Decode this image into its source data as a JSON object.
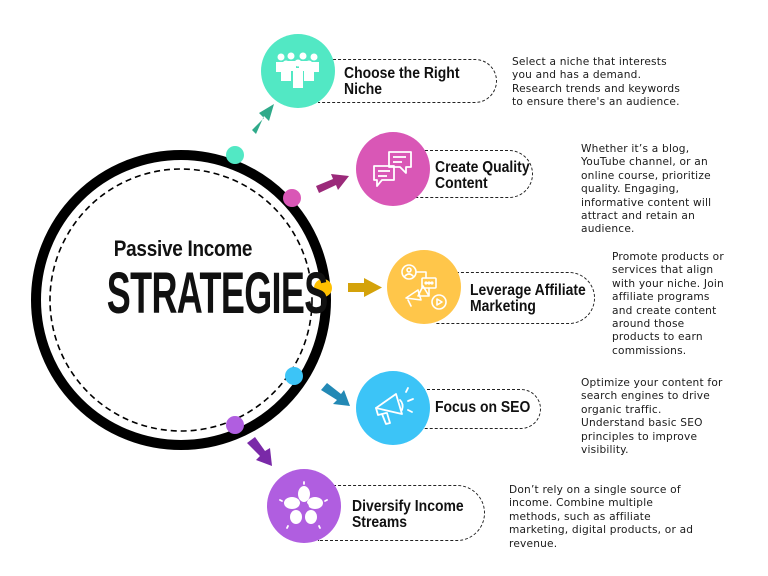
{
  "center": {
    "subtitle": "Passive Income",
    "title": "STRATEGIES"
  },
  "colors": {
    "teal": "#52e8c4",
    "teal_arrow": "#2faa8a",
    "magenta": "#d957b6",
    "magenta_arrow": "#9b2a7a",
    "yellow": "#ffc000",
    "yellow_icon": "#ffc64a",
    "yellow_arrow": "#d4a20a",
    "blue": "#3cc4f7",
    "blue_arrow": "#2389b5",
    "purple": "#b05ee0",
    "purple_arrow": "#7a29a8"
  },
  "steps": [
    {
      "title_line1": "Choose the Right",
      "title_line2": "Niche",
      "icon": "people-group-icon",
      "description": "Select a niche that interests\nyou and has a demand.\nResearch trends and keywords\nto ensure there's an audience."
    },
    {
      "title_line1": "Create Quality",
      "title_line2": "Content",
      "icon": "chat-bubbles-icon",
      "description": "Whether it’s a blog,\nYouTube channel, or an\nonline course, prioritize\nquality. Engaging,\ninformative content will\nattract and retain an\naudience."
    },
    {
      "title_line1": "Leverage Affiliate",
      "title_line2": "Marketing",
      "icon": "affiliate-network-icon",
      "description": "Promote products or\nservices that align\nwith your niche. Join\naffiliate programs\nand create content\naround those\nproducts to earn\ncommissions."
    },
    {
      "title_line1": "Focus on SEO",
      "title_line2": "",
      "icon": "megaphone-icon",
      "description": "Optimize your content for\nsearch engines to drive\norganic traffic.\nUnderstand basic SEO\nprinciples to improve\nvisibility."
    },
    {
      "title_line1": "Diversify Income",
      "title_line2": "Streams",
      "icon": "hands-circle-icon",
      "description": "Don’t rely on a single source of\nincome. Combine multiple\nmethods, such as affiliate\nmarketing, digital products, or ad\nrevenue."
    }
  ]
}
